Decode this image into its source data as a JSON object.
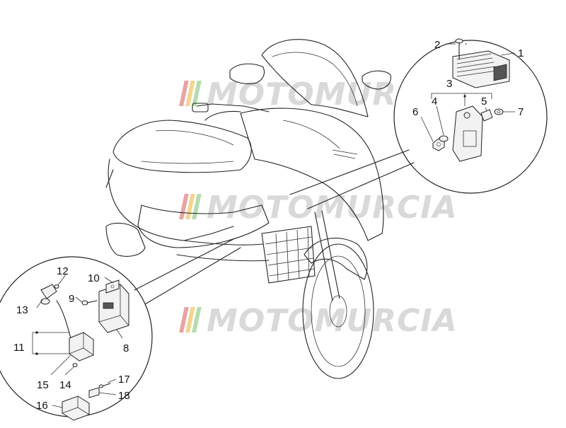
{
  "watermark": {
    "text": "MOTOMURCIA",
    "stripe_colors": [
      "#e9a3a3",
      "#f3d590",
      "#b5dcb0",
      "#d6d6d6"
    ]
  },
  "callouts": {
    "c1": "1",
    "c2": "2",
    "c3": "3",
    "c4": "4",
    "c5": "5",
    "c6": "6",
    "c7": "7",
    "c8": "8",
    "c9": "9",
    "c10": "10",
    "c11": "11",
    "c12": "12",
    "c13": "13",
    "c14": "14",
    "c15": "15",
    "c16": "16",
    "c17": "17",
    "c18": "18"
  }
}
